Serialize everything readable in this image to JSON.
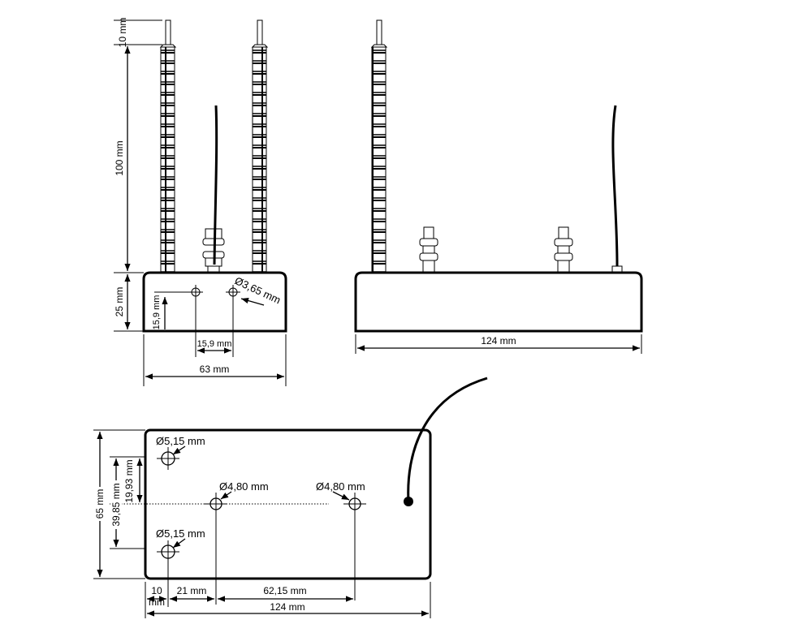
{
  "front_view": {
    "dim_tip": "10 mm",
    "dim_rod": "100 mm",
    "dim_body_height": "25 mm",
    "dim_hole_height": "15,9 mm",
    "dim_hole_spacing": "15,9 mm",
    "dim_width": "63 mm",
    "hole_diameter": "Ø3,65 mm"
  },
  "side_view": {
    "dim_length": "124 mm"
  },
  "bottom_view": {
    "hole_top_left": "Ø5,15 mm",
    "hole_bottom_left": "Ø5,15 mm",
    "hole_center": "Ø4,80 mm",
    "hole_right": "Ø4,80 mm",
    "dim_height": "65 mm",
    "dim_outer_holes": "39,85 mm",
    "dim_half_holes": "19,93 mm",
    "dim_edge_offset_a": "10",
    "dim_edge_offset_b": "mm",
    "dim_offset_21": "21 mm",
    "dim_offset_62": "62,15 mm",
    "dim_length": "124 mm"
  }
}
